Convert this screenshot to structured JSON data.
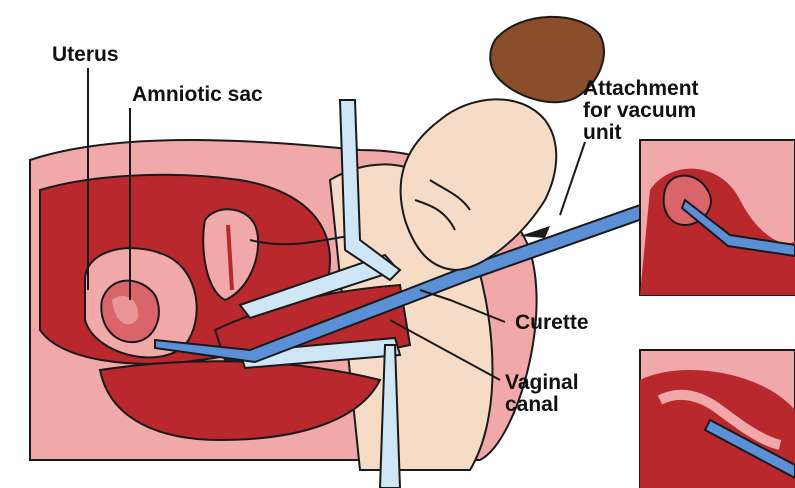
{
  "labels": {
    "uterus": "Uterus",
    "amniotic_sac": "Amniotic sac",
    "attachment": "Attachment\nfor vacuum\nunit",
    "curette": "Curette",
    "vaginal_canal": "Vaginal\ncanal"
  },
  "colors": {
    "tissue_dark": "#b8282d",
    "tissue_mid": "#d9656b",
    "tissue_light": "#f1a8a8",
    "skin": "#f6dcc6",
    "tube": "#5b8fd6",
    "glove": "#8a4e2a",
    "outline": "#1a1a1a"
  },
  "icons": [
    "hand-illustration",
    "curette-tube",
    "vacuum-attachment"
  ]
}
